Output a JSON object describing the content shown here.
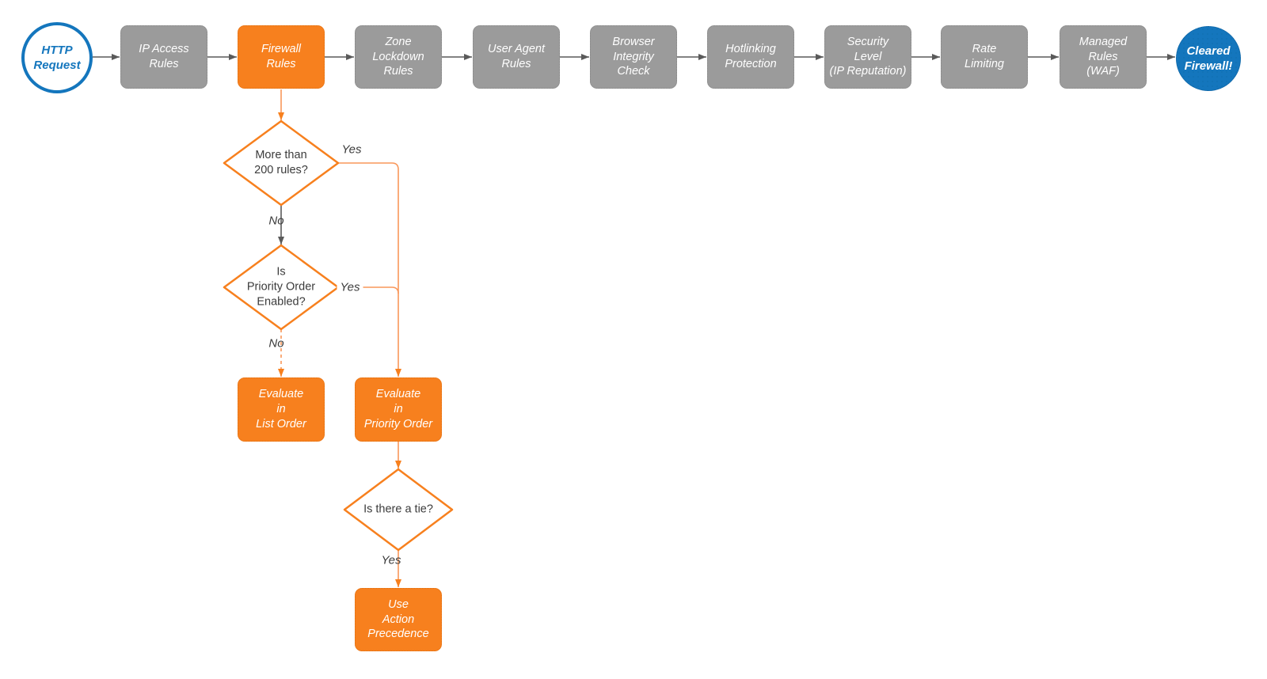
{
  "diagram": {
    "title_hint": "Firewall request evaluation flowchart",
    "colors": {
      "node_gray": "#9B9B9B",
      "node_orange": "#F7801E",
      "accent_blue": "#1476BD",
      "connector_gray": "#5A5A5A",
      "connector_orange": "#F9975A",
      "text_dark": "#3B3B3B",
      "text_light": "#FFFFFF"
    },
    "start": {
      "label": "HTTP\nRequest"
    },
    "pipeline": [
      {
        "label": "IP Access\nRules",
        "state": "default"
      },
      {
        "label": "Firewall\nRules",
        "state": "active"
      },
      {
        "label": "Zone\nLockdown\nRules",
        "state": "default"
      },
      {
        "label": "User Agent\nRules",
        "state": "default"
      },
      {
        "label": "Browser\nIntegrity\nCheck",
        "state": "default"
      },
      {
        "label": "Hotlinking\nProtection",
        "state": "default"
      },
      {
        "label": "Security\nLevel\n(IP Reputation)",
        "state": "default"
      },
      {
        "label": "Rate\nLimiting",
        "state": "default"
      },
      {
        "label": "Managed\nRules\n(WAF)",
        "state": "default"
      }
    ],
    "end": {
      "label": "Cleared\nFirewall!"
    },
    "decisions": [
      {
        "label": "More than\n200 rules?"
      },
      {
        "label": "Is\nPriority Order\nEnabled?"
      },
      {
        "label": "Is there a tie?"
      }
    ],
    "actions": [
      {
        "label": "Evaluate\nin\nList Order"
      },
      {
        "label": "Evaluate\nin\nPriority Order"
      },
      {
        "label": "Use\nAction\nPrecedence"
      }
    ],
    "edge_labels": {
      "yes1": "Yes",
      "no1": "No",
      "yes2": "Yes",
      "no2": "No",
      "yes3": "Yes"
    }
  }
}
